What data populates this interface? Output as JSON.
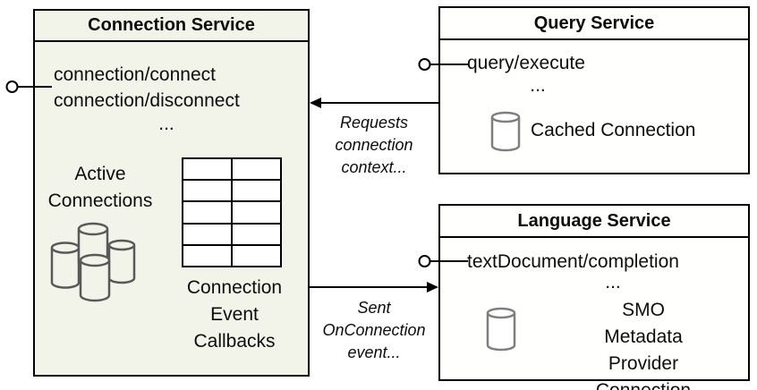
{
  "colors": {
    "page_background": "#ffffff",
    "connection_box_fill": "#f2f4ea",
    "service_box_fill": "#ffffff",
    "box_border": "#000000",
    "cluster_icon_stroke": "#595959",
    "db_icon_stroke": "#7f7f7f",
    "text": "#0d0d0d"
  },
  "connection_service": {
    "title": "Connection Service",
    "methods": [
      "connection/connect",
      "connection/disconnect"
    ],
    "ellipsis": "...",
    "active_connections_label": "Active\nConnections",
    "callbacks_label": "Connection\nEvent\nCallbacks",
    "callbacks_table": {
      "rows": 5,
      "columns": 2
    }
  },
  "query_service": {
    "title": "Query Service",
    "methods": [
      "query/execute"
    ],
    "ellipsis": "...",
    "cached_connection_label": "Cached Connection"
  },
  "language_service": {
    "title": "Language Service",
    "methods": [
      "textDocument/completion"
    ],
    "ellipsis": "...",
    "smo_connection_label": "SMO Metadata\nProvider Connection"
  },
  "arrows": {
    "requests_connection_label": "Requests\nconnection\ncontext...",
    "onconnection_event_label": "Sent\nOnConnection\nevent..."
  },
  "icons": {
    "interface_connector": "lollipop-provided-interface",
    "active_connections": "database-cylinder-cluster",
    "cached_connection": "database-cylinder",
    "smo_connection": "database-cylinder",
    "callbacks": "table-grid"
  }
}
